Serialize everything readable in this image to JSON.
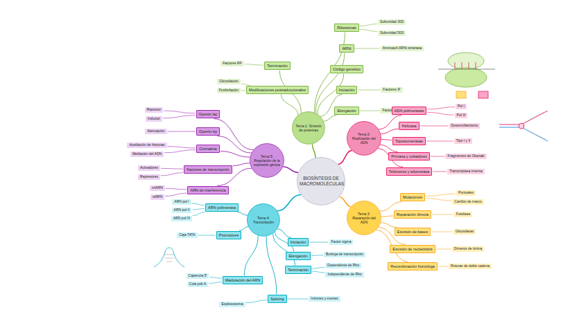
{
  "diagram": {
    "nodes": [
      {
        "text": [
          "BIOSÍNTESIS DE MACROMOLÉCULAS"
        ]
      },
      {
        "text": [
          "Tema 1: Síntesis de proteínas"
        ]
      },
      {
        "text": [
          "Tema 2: Replicación del ADN"
        ]
      },
      {
        "text": [
          "Tema 3: Reparación del ADN"
        ]
      },
      {
        "text": [
          "Tema 4: Transcripción"
        ]
      },
      {
        "text": [
          "Tema 5: Regulación de la expresión génica"
        ]
      },
      {
        "text": [
          "Ribosomas"
        ]
      },
      {
        "text": [
          "ARNt"
        ]
      },
      {
        "text": [
          "Código genético"
        ]
      },
      {
        "text": [
          "Iniciación"
        ]
      },
      {
        "text": [
          "Elongación"
        ]
      },
      {
        "text": [
          "Terminación"
        ]
      },
      {
        "text": [
          "Modificaciones postraduccionales"
        ]
      },
      {
        "text": [
          "Subunidad 30S"
        ]
      },
      {
        "text": [
          "Subunidad 50S"
        ]
      },
      {
        "text": [
          "Aminoacil-ARNt sintetasa"
        ]
      },
      {
        "text": [
          "Factores IF"
        ]
      },
      {
        "text": [
          "Factores EF"
        ]
      },
      {
        "text": [
          "Factores RF"
        ]
      },
      {
        "text": [
          "Glicosilación"
        ]
      },
      {
        "text": [
          "Fosforilación"
        ]
      },
      {
        "text": [
          "ADN polimerasas"
        ]
      },
      {
        "text": [
          "Helicasa"
        ]
      },
      {
        "text": [
          "Topoisomerasas"
        ]
      },
      {
        "text": [
          "Primasa y cebadores"
        ]
      },
      {
        "text": [
          "Telómeros y telomerasa"
        ]
      },
      {
        "text": [
          "Pol I"
        ]
      },
      {
        "text": [
          "Pol III"
        ]
      },
      {
        "text": [
          "Desenrollamiento"
        ]
      },
      {
        "text": [
          "Tipo I y II"
        ]
      },
      {
        "text": [
          "Fragmentos de Okazaki"
        ]
      },
      {
        "text": [
          "Transcriptasa inversa"
        ]
      },
      {
        "text": [
          "Mutaciones"
        ]
      },
      {
        "text": [
          "Reparación directa"
        ]
      },
      {
        "text": [
          "Escisión de bases"
        ]
      },
      {
        "text": [
          "Escisión de nucleótidos"
        ]
      },
      {
        "text": [
          "Recombinación homóloga"
        ]
      },
      {
        "text": [
          "Puntuales"
        ]
      },
      {
        "text": [
          "Cambio de marco"
        ]
      },
      {
        "text": [
          "Fotoliasa"
        ]
      },
      {
        "text": [
          "Glicosilasas"
        ]
      },
      {
        "text": [
          "Dímeros de timina"
        ]
      },
      {
        "text": [
          "Roturas de doble cadena"
        ]
      },
      {
        "text": [
          "ARN polimerasa"
        ]
      },
      {
        "text": [
          "Promotores"
        ]
      },
      {
        "text": [
          "Iniciación"
        ]
      },
      {
        "text": [
          "Elongación"
        ]
      },
      {
        "text": [
          "Terminación"
        ]
      },
      {
        "text": [
          "Maduración del ARN"
        ]
      },
      {
        "text": [
          "Splicing"
        ]
      },
      {
        "text": [
          "ARN pol I"
        ]
      },
      {
        "text": [
          "ARN pol II"
        ]
      },
      {
        "text": [
          "ARN pol III"
        ]
      },
      {
        "text": [
          "Caja TATA"
        ]
      },
      {
        "text": [
          "Factor sigma"
        ]
      },
      {
        "text": [
          "Burbuja de transcripción"
        ]
      },
      {
        "text": [
          "Dependiente de Rho"
        ]
      },
      {
        "text": [
          "Independiente de Rho"
        ]
      },
      {
        "text": [
          "Caperuza 5'"
        ]
      },
      {
        "text": [
          "Cola poli-A"
        ]
      },
      {
        "text": [
          "Intrones y exones"
        ]
      },
      {
        "text": [
          "Espliceosoma"
        ]
      },
      {
        "text": [
          "Operón lac"
        ]
      },
      {
        "text": [
          "Operón trp"
        ]
      },
      {
        "text": [
          "Cromatina"
        ]
      },
      {
        "text": [
          "Factores de transcripción"
        ]
      },
      {
        "text": [
          "ARN de interferencia"
        ]
      },
      {
        "text": [
          "Represor"
        ]
      },
      {
        "text": [
          "Inductor"
        ]
      },
      {
        "text": [
          "Atenuación"
        ]
      },
      {
        "text": [
          "Acetilación de histonas"
        ]
      },
      {
        "text": [
          "Metilación del ADN"
        ]
      },
      {
        "text": [
          "Activadores"
        ]
      },
      {
        "text": [
          "Represores"
        ]
      },
      {
        "text": [
          "miARN"
        ]
      },
      {
        "text": [
          "siARN"
        ]
      }
    ],
    "edges": [
      {
        "from": 0,
        "to": 1,
        "arrow": "none"
      },
      {
        "from": 0,
        "to": 2,
        "arrow": "none"
      },
      {
        "from": 0,
        "to": 3,
        "arrow": "none"
      },
      {
        "from": 0,
        "to": 4,
        "arrow": "none"
      },
      {
        "from": 0,
        "to": 5,
        "arrow": "none"
      },
      {
        "from": 1,
        "to": 6,
        "arrow": "none"
      },
      {
        "from": 1,
        "to": 7,
        "arrow": "none"
      },
      {
        "from": 1,
        "to": 8,
        "arrow": "none"
      },
      {
        "from": 1,
        "to": 9,
        "arrow": "none"
      },
      {
        "from": 1,
        "to": 10,
        "arrow": "none"
      },
      {
        "from": 1,
        "to": 11,
        "arrow": "none"
      },
      {
        "from": 1,
        "to": 12,
        "arrow": "none"
      },
      {
        "from": 6,
        "to": 13,
        "arrow": "none"
      },
      {
        "from": 6,
        "to": 14,
        "arrow": "none"
      },
      {
        "from": 7,
        "to": 15,
        "arrow": "none"
      },
      {
        "from": 9,
        "to": 16,
        "arrow": "none"
      },
      {
        "from": 10,
        "to": 17,
        "arrow": "none"
      },
      {
        "from": 11,
        "to": 18,
        "arrow": "none"
      },
      {
        "from": 12,
        "to": 19,
        "arrow": "none"
      },
      {
        "from": 12,
        "to": 20,
        "arrow": "none"
      },
      {
        "from": 2,
        "to": 21,
        "arrow": "none"
      },
      {
        "from": 2,
        "to": 22,
        "arrow": "none"
      },
      {
        "from": 2,
        "to": 23,
        "arrow": "none"
      },
      {
        "from": 2,
        "to": 24,
        "arrow": "none"
      },
      {
        "from": 2,
        "to": 25,
        "arrow": "none"
      },
      {
        "from": 21,
        "to": 26,
        "arrow": "none"
      },
      {
        "from": 21,
        "to": 27,
        "arrow": "none"
      },
      {
        "from": 22,
        "to": 28,
        "arrow": "none"
      },
      {
        "from": 23,
        "to": 29,
        "arrow": "none"
      },
      {
        "from": 24,
        "to": 30,
        "arrow": "none"
      },
      {
        "from": 25,
        "to": 31,
        "arrow": "none"
      },
      {
        "from": 3,
        "to": 32,
        "arrow": "none"
      },
      {
        "from": 3,
        "to": 33,
        "arrow": "none"
      },
      {
        "from": 3,
        "to": 34,
        "arrow": "none"
      },
      {
        "from": 3,
        "to": 35,
        "arrow": "none"
      },
      {
        "from": 3,
        "to": 36,
        "arrow": "none"
      },
      {
        "from": 32,
        "to": 37,
        "arrow": "none"
      },
      {
        "from": 32,
        "to": 38,
        "arrow": "none"
      },
      {
        "from": 33,
        "to": 39,
        "arrow": "none"
      },
      {
        "from": 34,
        "to": 40,
        "arrow": "none"
      },
      {
        "from": 35,
        "to": 41,
        "arrow": "none"
      },
      {
        "from": 36,
        "to": 42,
        "arrow": "none"
      },
      {
        "from": 4,
        "to": 43,
        "arrow": "none"
      },
      {
        "from": 4,
        "to": 44,
        "arrow": "none"
      },
      {
        "from": 4,
        "to": 45,
        "arrow": "none"
      },
      {
        "from": 4,
        "to": 46,
        "arrow": "none"
      },
      {
        "from": 4,
        "to": 47,
        "arrow": "none"
      },
      {
        "from": 4,
        "to": 48,
        "arrow": "none"
      },
      {
        "from": 4,
        "to": 49,
        "arrow": "none"
      },
      {
        "from": 43,
        "to": 50,
        "arrow": "none"
      },
      {
        "from": 43,
        "to": 51,
        "arrow": "none"
      },
      {
        "from": 43,
        "to": 52,
        "arrow": "none"
      },
      {
        "from": 44,
        "to": 53,
        "arrow": "none"
      },
      {
        "from": 45,
        "to": 54,
        "arrow": "none"
      },
      {
        "from": 46,
        "to": 55,
        "arrow": "none"
      },
      {
        "from": 47,
        "to": 56,
        "arrow": "none"
      },
      {
        "from": 47,
        "to": 57,
        "arrow": "none"
      },
      {
        "from": 48,
        "to": 58,
        "arrow": "none"
      },
      {
        "from": 48,
        "to": 59,
        "arrow": "none"
      },
      {
        "from": 49,
        "to": 60,
        "arrow": "none"
      },
      {
        "from": 49,
        "to": 61,
        "arrow": "none"
      },
      {
        "from": 5,
        "to": 62,
        "arrow": "none"
      },
      {
        "from": 5,
        "to": 63,
        "arrow": "none"
      },
      {
        "from": 5,
        "to": 64,
        "arrow": "none"
      },
      {
        "from": 5,
        "to": 65,
        "arrow": "none"
      },
      {
        "from": 5,
        "to": 66,
        "arrow": "none"
      },
      {
        "from": 62,
        "to": 67,
        "arrow": "none"
      },
      {
        "from": 62,
        "to": 68,
        "arrow": "none"
      },
      {
        "from": 63,
        "to": 69,
        "arrow": "none"
      },
      {
        "from": 64,
        "to": 70,
        "arrow": "none"
      },
      {
        "from": 64,
        "to": 71,
        "arrow": "none"
      },
      {
        "from": 65,
        "to": 72,
        "arrow": "none"
      },
      {
        "from": 65,
        "to": 73,
        "arrow": "none"
      },
      {
        "from": 66,
        "to": 74,
        "arrow": "none"
      },
      {
        "from": 66,
        "to": 75,
        "arrow": "none"
      }
    ]
  }
}
